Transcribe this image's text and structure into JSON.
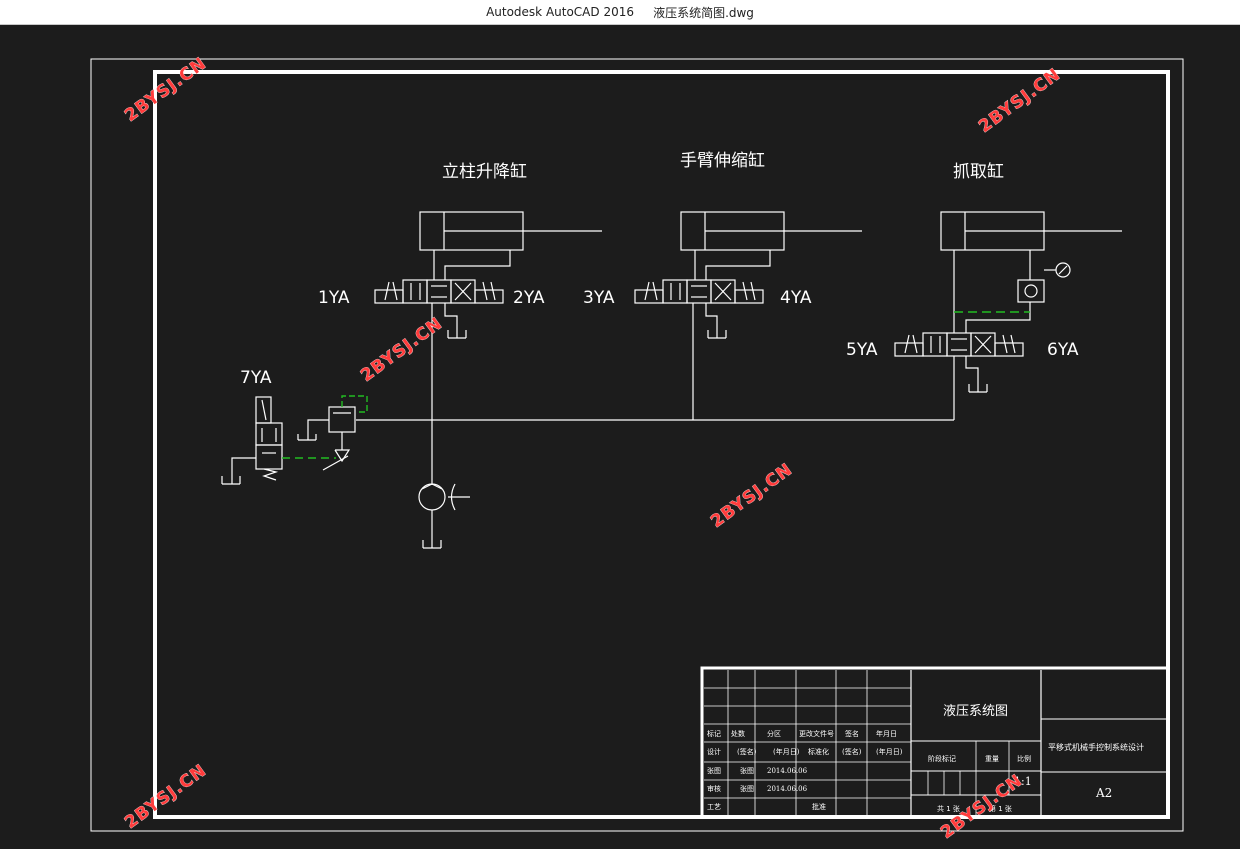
{
  "window": {
    "app_name": "Autodesk AutoCAD 2016",
    "file_name": "液压系统简图.dwg"
  },
  "drawing": {
    "cylinders": [
      {
        "title": "立柱升降缸",
        "left_coil": "1YA",
        "right_coil": "2YA"
      },
      {
        "title": "手臂伸缩缸",
        "left_coil": "3YA",
        "right_coil": "4YA"
      },
      {
        "title": "抓取缸",
        "left_coil": "5YA",
        "right_coil": "6YA"
      }
    ],
    "relief_valve_coil": "7YA"
  },
  "title_block": {
    "drawing_title": "液压系统图",
    "project_title": "平移式机械手控制系统设计",
    "sheet_size": "A2",
    "scale": "1:1",
    "revision_headers": [
      "标记",
      "处数",
      "分区",
      "更改文件号",
      "签名",
      "年月日"
    ],
    "design_row": [
      "设计",
      "(签名)",
      "(年月日)",
      "标准化",
      "(签名)",
      "(年月日)"
    ],
    "drawing_row": [
      "张图",
      "张图",
      "2014.06.06"
    ],
    "check_row": [
      "审核",
      "张图",
      "2014.06.06"
    ],
    "process_row": [
      "工艺",
      "批准"
    ],
    "stage_label": "阶段标记",
    "weight_label": "重量",
    "scale_label": "比例",
    "sheets_total": "共 1 张",
    "sheet_no": "第 1 张"
  },
  "watermark": "2BYSJ.CN",
  "colors": {
    "background": "#1c1c1c",
    "lines": "#ffffff",
    "pilot_line": "#22bb22",
    "watermark": "#ff3c3c"
  }
}
